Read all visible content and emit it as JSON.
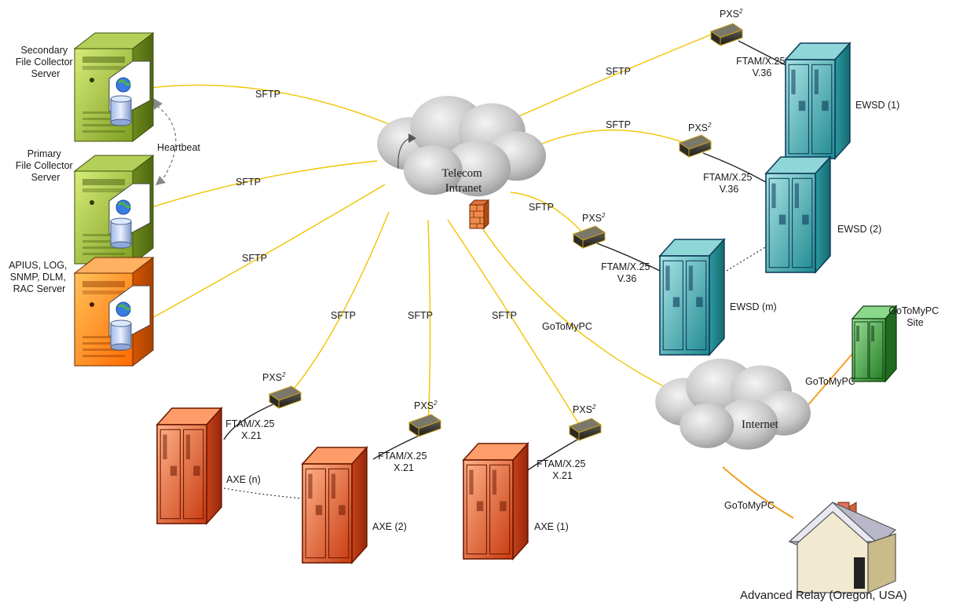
{
  "colors": {
    "sftp_link": "#f0c400",
    "gotomypc_link": "#f0a020",
    "ftam_link": "#222222",
    "server_green": "#8fb22e",
    "server_orange": "#ff7f00",
    "ewsd_teal": "#2aa3a8",
    "axe_red": "#d6441a",
    "gotomypc_site_green": "#2f8f2f",
    "cloud_grey": "#b8b8b8"
  },
  "servers": {
    "secondary": {
      "label_lines": [
        "Secondary",
        "File Collector",
        "Server"
      ]
    },
    "primary": {
      "label_lines": [
        "Primary",
        "File Collector",
        "Server"
      ]
    },
    "apius": {
      "label_lines": [
        "APIUS, LOG,",
        "SNMP, DLM,",
        "RAC Server"
      ]
    },
    "heartbeat": "Heartbeat"
  },
  "clouds": {
    "intranet": {
      "label_lines": [
        "Telecom",
        "Intranet"
      ]
    },
    "internet": {
      "label": "Internet"
    }
  },
  "links": {
    "sftp": "SFTP",
    "gotomypc": "GoToMyPC",
    "ftam_x25": "FTAM/X.25",
    "v36": "V.36",
    "x21": "X.21"
  },
  "pxs": {
    "base": "PXS",
    "sup": "2"
  },
  "ewsd": {
    "ewsd1": "EWSD (1)",
    "ewsd2": "EWSD (2)",
    "ewsdm": "EWSD (m)"
  },
  "axe": {
    "axen": "AXE (n)",
    "axe2": "AXE (2)",
    "axe1": "AXE (1)"
  },
  "gotomypc_site": {
    "label_lines": [
      "GoToMyPC",
      "Site"
    ]
  },
  "relay": {
    "label": "Advanced Relay (Oregon, USA)"
  }
}
